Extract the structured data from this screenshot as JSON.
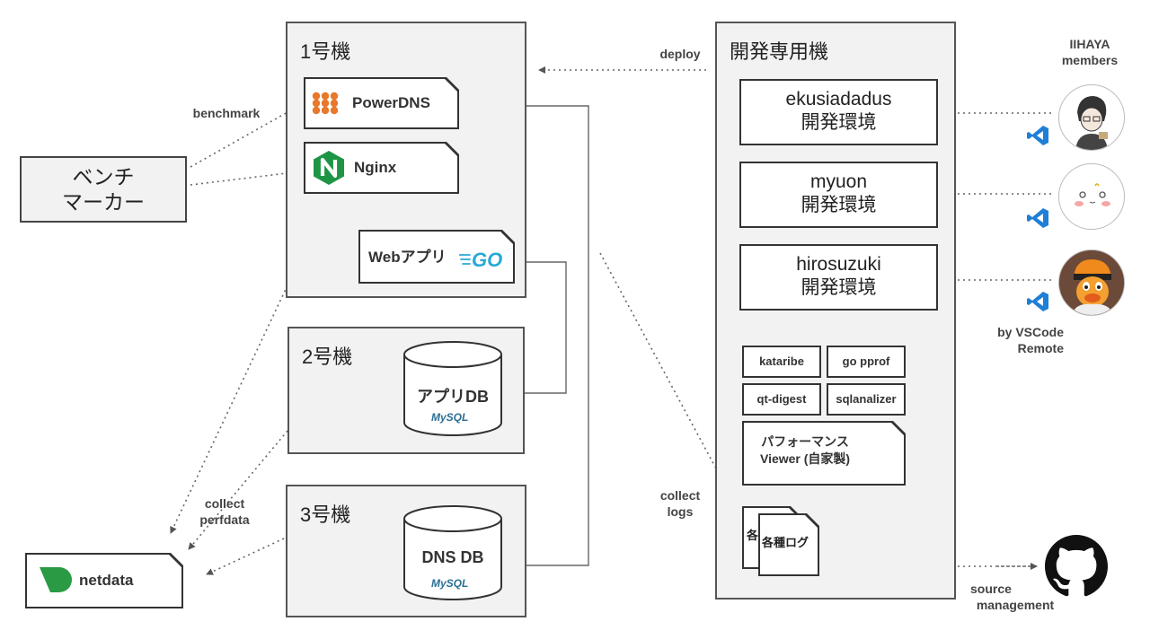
{
  "servers": {
    "s1": {
      "title": "1号機",
      "powerdns": "PowerDNS",
      "nginx": "Nginx",
      "webapp": "Webアプリ",
      "go": "GO"
    },
    "s2": {
      "title": "2号機",
      "db": "アプリDB",
      "mysql": "MySQL"
    },
    "s3": {
      "title": "3号機",
      "db": "DNS DB",
      "mysql": "MySQL"
    }
  },
  "dev": {
    "title": "開発専用機",
    "envs": [
      {
        "name": "ekusiadadus",
        "sub": "開発環境"
      },
      {
        "name": "myuon",
        "sub": "開発環境"
      },
      {
        "name": "hirosuzuki",
        "sub": "開発環境"
      }
    ],
    "tools": [
      "kataribe",
      "go pprof",
      "qt-digest",
      "sqlanalizer"
    ],
    "viewer_line1": "パフォーマンス",
    "viewer_line2": "Viewer (自家製)",
    "logs_back": "各",
    "logs_front": "各種ログ"
  },
  "benchmarker": {
    "line1": "ベンチ",
    "line2": "マーカー"
  },
  "netdata": "netdata",
  "labels": {
    "benchmark": "benchmark",
    "deploy": "deploy",
    "collect_perf_1": "collect",
    "collect_perf_2": "perfdata",
    "collect_logs_1": "collect",
    "collect_logs_2": "logs",
    "members_1": "IIHAYA",
    "members_2": "members",
    "vscode_1": "by VSCode",
    "vscode_2": "Remote",
    "source_1": "source",
    "source_2": "management"
  },
  "icons": {
    "powerdns": "powerdns-logo-icon",
    "nginx": "nginx-logo-icon",
    "go": "go-logo-icon",
    "mysql": "mysql-logo-icon",
    "netdata": "netdata-logo-icon",
    "github": "github-logo-icon",
    "vscode": "vscode-icon"
  },
  "colors": {
    "panel_bg": "#f2f2f2",
    "powerdns": "#e8782b",
    "nginx": "#1e9545",
    "go": "#27a9d6",
    "netdata": "#2a9a44",
    "vscode": "#1f7fd6"
  }
}
